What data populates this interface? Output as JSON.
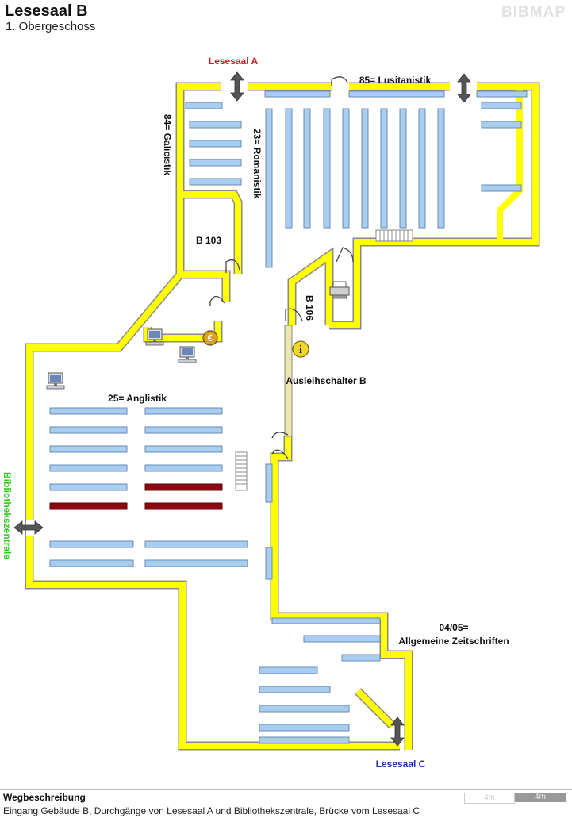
{
  "header": {
    "title": "Lesesaal B",
    "subtitle": "1. Obergeschoss",
    "brand": "BIBMAP"
  },
  "map": {
    "labels": {
      "lesesaal_a": "Lesesaal A",
      "lusitanistik": "85= Lusitanistik",
      "galicistik": "84= Galicistik",
      "romanistik": "23= Romanistik",
      "b103": "B 103",
      "b106": "B 106",
      "ausleihschalter": "Ausleihschalter B",
      "anglistik": "25= Anglistik",
      "bibliothekszentrale": "Bibliothekszentrale",
      "zeitschriften_code": "04/05=",
      "zeitschriften": "Allgemeine Zeitschriften",
      "lesesaal_c": "Lesesaal C"
    },
    "colors": {
      "wall": "#ffff00",
      "wall_outline": "#888888",
      "shelf": "#a8cdf0",
      "shelf_outline": "#6a8bb0",
      "special_shelf": "#8b0a12",
      "counter": "#eee6b0",
      "passage_arrow": "#555555"
    },
    "icons": [
      "computer-icon",
      "printer-icon",
      "info-icon",
      "euro-icon",
      "stairs-icon",
      "door-icon",
      "passage-arrow-icon"
    ]
  },
  "footer": {
    "route_title": "Wegbeschreibung",
    "route_text": "Eingang Gebäude B, Durchgänge von Lesesaal A und Bibliothekszentrale, Brücke vom Lesesaal C",
    "scale_a": "4m",
    "scale_b": "4m"
  }
}
